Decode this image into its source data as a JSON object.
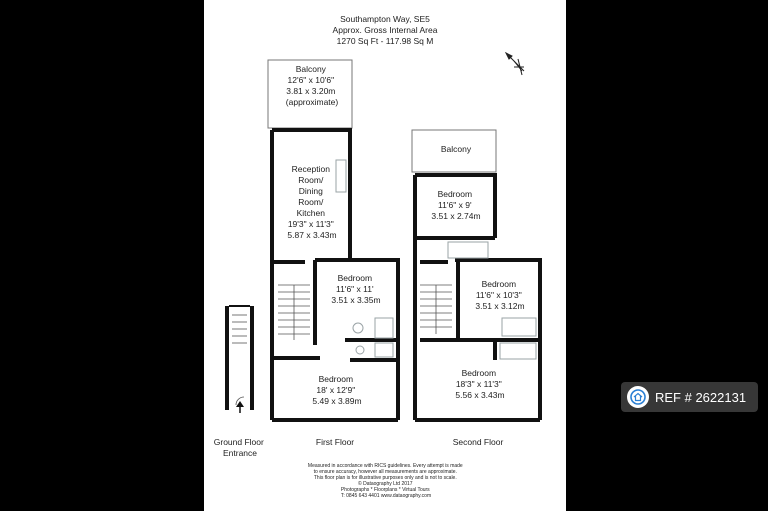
{
  "header": {
    "address": "Southampton Way, SE5",
    "area_label": "Approx. Gross Internal Area",
    "area_value": "1270 Sq Ft  -  117.98 Sq M"
  },
  "first_floor": {
    "label": "First Floor",
    "balcony": [
      "Balcony",
      "12'6\" x 10'6\"",
      "3.81 x 3.20m",
      "(approximate)"
    ],
    "reception": [
      "Reception",
      "Room/",
      "Dining",
      "Room/",
      "Kitchen",
      "19'3\" x 11'3\"",
      "5.87 x 3.43m"
    ],
    "bedroom_upper": [
      "Bedroom",
      "11'6\" x 11'",
      "3.51 x 3.35m"
    ],
    "bedroom_lower": [
      "Bedroom",
      "18' x 12'9\"",
      "5.49 x 3.89m"
    ]
  },
  "second_floor": {
    "label": "Second Floor",
    "balcony": "Balcony",
    "bedroom_top": [
      "Bedroom",
      "11'6\" x 9'",
      "3.51 x 2.74m"
    ],
    "bedroom_mid": [
      "Bedroom",
      "11'6\" x 10'3\"",
      "3.51 x 3.12m"
    ],
    "bedroom_bottom": [
      "Bedroom",
      "18'3\" x 11'3\"",
      "5.56 x 3.43m"
    ]
  },
  "ground_floor": {
    "label": [
      "Ground Floor",
      "Entrance"
    ]
  },
  "footer": [
    "Measured in accordance with RICS guidelines. Every attempt is made",
    "to ensure accuracy, however all measurements are approximate.",
    "This floor plan is for illustrative purposes only and is not to scale.",
    "© Dataography Ltd 2017",
    "Photographs * Floorplans * Virtual Tours",
    "T: 0845 643 4401 www.dataography.com"
  ],
  "badge": {
    "text": "REF # 2622131",
    "icon": "home-pin-icon"
  },
  "compass_icon": "compass-north-icon",
  "colors": {
    "wall": "#111111",
    "fixture": "#9aa3a6",
    "background": "#000000",
    "sheet": "#ffffff"
  }
}
